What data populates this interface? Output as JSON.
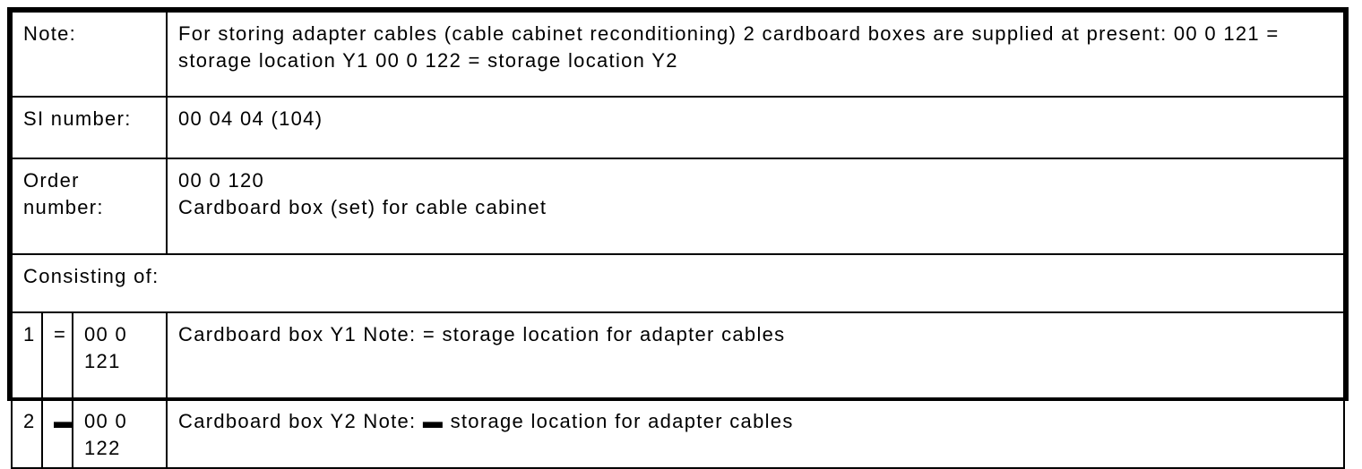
{
  "colors": {
    "text": "#000000",
    "border": "#000000",
    "background": "#ffffff"
  },
  "document": {
    "info_rows": [
      {
        "label": "Note:",
        "value": "For storing adapter cables (cable cabinet reconditioning) 2 cardboard boxes are supplied at present: 00 0 121 = storage location Y1 00 0 122 = storage location Y2"
      },
      {
        "label": "SI number:",
        "value": "00 04 04 (104)"
      },
      {
        "label": "Order number:",
        "lines": [
          "00 0 120",
          "Cardboard box (set) for cable cabinet"
        ]
      }
    ],
    "section_header": "Consisting of:",
    "items": [
      {
        "index": "1",
        "symbol": "=",
        "part_number": "00 0 121",
        "description": "Cardboard box Y1 Note: = storage location for adapter cables"
      },
      {
        "index": "2",
        "symbol": "▬",
        "part_number": "00 0 122",
        "description": "Cardboard box Y2 Note: ▬ storage location for adapter cables"
      }
    ]
  }
}
